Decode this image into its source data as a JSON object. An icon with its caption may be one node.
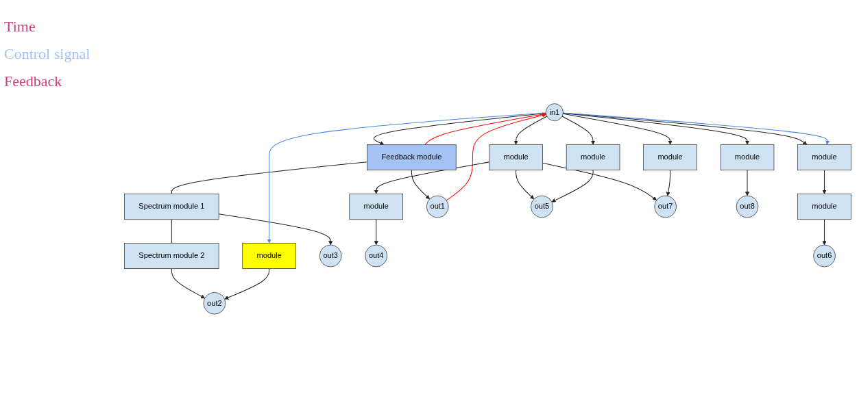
{
  "diagram": {
    "nodes": [
      {
        "text": [
          "in1"
        ]
      },
      {
        "text": [
          "Feedback module"
        ]
      },
      {
        "text": [
          "Spectrum module 1"
        ]
      },
      {
        "text": [
          "Spectrum module 2"
        ]
      },
      {
        "text": [
          "module"
        ]
      },
      {
        "text": [
          "module"
        ]
      },
      {
        "text": [
          "module"
        ]
      },
      {
        "text": [
          "module"
        ]
      },
      {
        "text": [
          "module"
        ]
      },
      {
        "text": [
          "module"
        ]
      },
      {
        "text": [
          "module"
        ]
      },
      {
        "text": [
          "module"
        ]
      },
      {
        "text": [
          "out1"
        ]
      },
      {
        "text": [
          "out2"
        ]
      },
      {
        "text": [
          "out3"
        ]
      },
      {
        "text": [
          "out4"
        ]
      },
      {
        "text": [
          "out5"
        ]
      },
      {
        "text": [
          "out6"
        ]
      },
      {
        "text": [
          "out7"
        ]
      },
      {
        "text": [
          "out8"
        ]
      }
    ],
    "edges": [
      {
        "from": 0,
        "to": 1,
        "arrow": "to"
      },
      {
        "from": 0,
        "to": 4,
        "arrow": "to"
      },
      {
        "from": 0,
        "to": 5,
        "arrow": "to"
      },
      {
        "from": 0,
        "to": 6,
        "arrow": "to"
      },
      {
        "from": 0,
        "to": 7,
        "arrow": "to"
      },
      {
        "from": 0,
        "to": 8,
        "arrow": "to"
      },
      {
        "from": 0,
        "to": 4,
        "arrow": "to",
        "color": "#4a86e8"
      },
      {
        "from": 0,
        "to": 11,
        "arrow": "to",
        "color": "#4a86e8"
      },
      {
        "from": 12,
        "to": 0,
        "arrow": "to",
        "color": "#ff0000"
      },
      {
        "from": 1,
        "to": 0,
        "arrow": "to",
        "color": "#ff0000"
      },
      {
        "from": 1,
        "to": 2,
        "arrow": "none"
      },
      {
        "from": 2,
        "to": 3,
        "arrow": "none"
      },
      {
        "from": 1,
        "to": 12,
        "arrow": "to"
      },
      {
        "from": 2,
        "to": 14,
        "arrow": "to"
      },
      {
        "from": 3,
        "to": 13,
        "arrow": "to"
      },
      {
        "from": 11,
        "to": 13,
        "arrow": "to"
      },
      {
        "from": 4,
        "to": 9,
        "arrow": "to"
      },
      {
        "from": 5,
        "to": 10,
        "arrow": "to"
      },
      {
        "from": 5,
        "to": 18,
        "arrow": "to"
      },
      {
        "from": 7,
        "to": 18,
        "arrow": "to"
      },
      {
        "from": 9,
        "to": 17,
        "arrow": "to"
      },
      {
        "from": 5,
        "to": 16,
        "arrow": "to"
      },
      {
        "from": 6,
        "to": 16,
        "arrow": "to"
      },
      {
        "from": 10,
        "to": 15,
        "arrow": "to"
      },
      {
        "from": 8,
        "to": 19,
        "arrow": "to"
      }
    ],
    "labels": [
      "Time",
      "Control signal",
      "Feedback"
    ]
  }
}
